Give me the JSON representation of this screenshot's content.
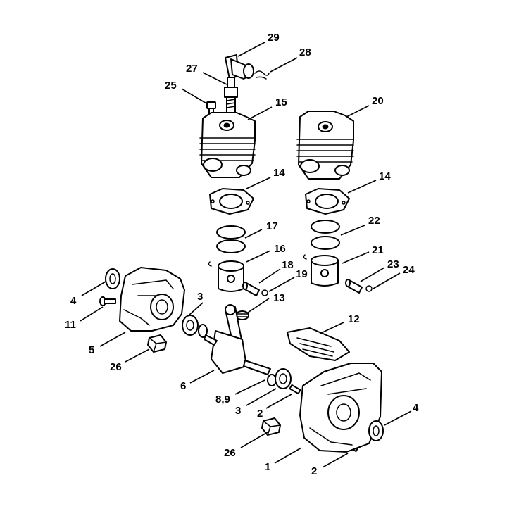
{
  "callouts": [
    {
      "id": "29",
      "text": "29"
    },
    {
      "id": "28",
      "text": "28"
    },
    {
      "id": "27",
      "text": "27"
    },
    {
      "id": "25",
      "text": "25"
    },
    {
      "id": "15",
      "text": "15"
    },
    {
      "id": "20",
      "text": "20"
    },
    {
      "id": "14a",
      "text": "14"
    },
    {
      "id": "14b",
      "text": "14"
    },
    {
      "id": "17",
      "text": "17"
    },
    {
      "id": "22",
      "text": "22"
    },
    {
      "id": "16",
      "text": "16"
    },
    {
      "id": "21",
      "text": "21"
    },
    {
      "id": "18",
      "text": "18"
    },
    {
      "id": "19",
      "text": "19"
    },
    {
      "id": "23",
      "text": "23"
    },
    {
      "id": "24",
      "text": "24"
    },
    {
      "id": "4a",
      "text": "4"
    },
    {
      "id": "3a",
      "text": "3"
    },
    {
      "id": "13",
      "text": "13"
    },
    {
      "id": "11",
      "text": "11"
    },
    {
      "id": "12",
      "text": "12"
    },
    {
      "id": "5",
      "text": "5"
    },
    {
      "id": "26a",
      "text": "26"
    },
    {
      "id": "6",
      "text": "6"
    },
    {
      "id": "89",
      "text": "8,9"
    },
    {
      "id": "3b",
      "text": "3"
    },
    {
      "id": "2a",
      "text": "2"
    },
    {
      "id": "4b",
      "text": "4"
    },
    {
      "id": "26b",
      "text": "26"
    },
    {
      "id": "1",
      "text": "1"
    },
    {
      "id": "2b",
      "text": "2"
    }
  ]
}
